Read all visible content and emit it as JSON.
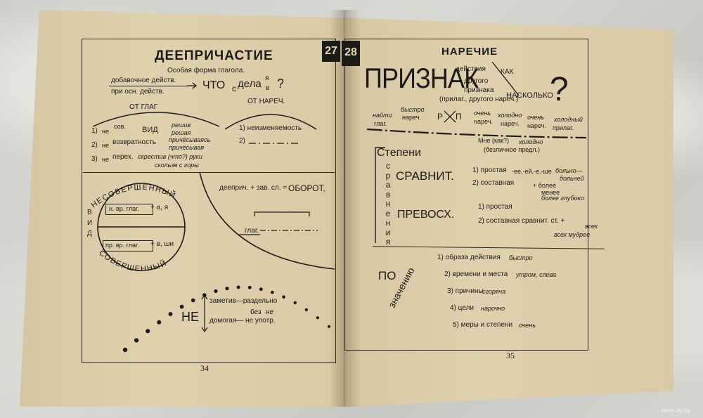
{
  "left_page": {
    "title": "ДЕЕПРИЧАСТИЕ",
    "subtitle": "Особая форма глагола.",
    "line_add": "добавочное действ.",
    "line_main": "при осн. действ.",
    "question_word": "ЧТО",
    "question_c": "с",
    "question_delat": "дела",
    "question_ya": "я",
    "question_v": "в",
    "question_mark": "?",
    "arc_left_label": "ОТ ГЛАГ",
    "arc_right_label": "ОТ НАРЕЧ.",
    "row1_num": "1)",
    "row1_ne": "не",
    "row1_sov": "сов.",
    "row1_vid": "ВИД",
    "row1_r1": "решив",
    "row1_r2": "решая",
    "row2_num": "2)",
    "row2_ne": "не",
    "row2_text": "возвратность",
    "row2_r1": "причёсываясь",
    "row2_r2": "причёсывая",
    "row3_num": "3)",
    "row3_ne": "не",
    "row3_text": "перех.",
    "row3_ex": "скрестив (что?) руки",
    "row3_ex2": "скользя с горы",
    "right1": "1) неизменяемость",
    "right2": "2)",
    "nesov": "НЕСОВЕРШЕННЫЙ",
    "sov": "СОВЕРШЕННЫЙ",
    "vid_v": "В",
    "vid_i": "И",
    "vid_d": "Д",
    "upper_rule": "н. вр. глаг.",
    "upper_suffix": "+ а, я",
    "lower_rule": "пр. вр. глаг.",
    "lower_suffix": "+ в, ши",
    "oborot": "дееприч. + зав. сл. =",
    "oborot_word": "ОБОРОТ,",
    "oborot_scheme": "глаг.",
    "ne_word": "НЕ",
    "ne_row1": "заметив—раздельно",
    "ne_row2": "домогая— не употр.",
    "ne_bez": "без",
    "ne_ne": "не",
    "page_no": "34"
  },
  "right_page": {
    "badge_left": "27",
    "badge_right": "28",
    "title": "НАРЕЧИЕ",
    "priznak": "ПРИЗНАК",
    "deistviya": "действия",
    "drugogo": "другого",
    "priznaka": "признака",
    "kak": "КАК",
    "naskolko": "НАСКОЛЬКО",
    "prilag": "(прилаг., другого нареч.)",
    "qmark": "?",
    "ex1_top": "найти",
    "ex1_bot": "глаг.",
    "ex2_top": "быстро",
    "ex2_bot": "нареч.",
    "ex3": "Р",
    "ex4": "П",
    "ex5_top": "очень",
    "ex5_bot": "нареч.",
    "ex6_top": "холодно",
    "ex6_bot": "нареч.",
    "ex7_top": "очень",
    "ex7_bot": "нареч.",
    "ex8_top": "холодный",
    "ex8_bot": "прилаг.",
    "mne": "Мне (как?)",
    "holodno": "холодно",
    "bezlich": "(безличное предл.)",
    "stepeni": "Степени",
    "sravneniya_letters": [
      "с",
      "р",
      "а",
      "в",
      "н",
      "е",
      "н",
      "и",
      "я"
    ],
    "sravnit": "СРАВНИТ.",
    "s1": "1) простая",
    "s1_suffix": "-ее,-ей,-е,-ше",
    "s1_ex1": "больно—",
    "s1_ex2": "больней",
    "s2": "2) составная",
    "s2_plus": "+ более",
    "s2_menee": "менее",
    "s2_ex": "более глубоко",
    "prevosh": "ПРЕВОСХ.",
    "p1": "1) простая",
    "p2": "2) составная сравнит. ст. +",
    "p2_vseh": "всех",
    "p2_ex": "всех мудрее",
    "po": "ПО",
    "znacheniyu": "значению",
    "z1": "1) образа действия",
    "z1_ex": "быстро",
    "z2": "2) времени и места",
    "z2_ex": "утром, слева",
    "z3": "3) причины",
    "z3_ex": "сгоряча",
    "z4": "4) цели",
    "z4_ex": "нарочно",
    "z5": "5) меры и степени",
    "z5_ex": "очень",
    "page_no": "35"
  },
  "watermark": "www.ay.by"
}
